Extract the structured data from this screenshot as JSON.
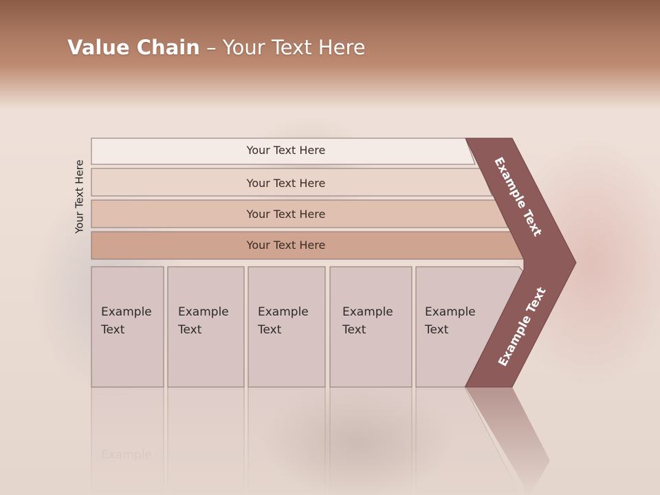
{
  "slide": {
    "title_bold": "Value Chain",
    "title_rest": " – Your Text Here",
    "vertical_label": "Your Text Here",
    "bars": [
      {
        "label": "Your Text Here",
        "fill": "#f4ebe7"
      },
      {
        "label": "Your Text Here",
        "fill": "#ead5cb"
      },
      {
        "label": "Your Text Here",
        "fill": "#dfc0b1"
      },
      {
        "label": "Your Text Here",
        "fill": "#cfa592"
      }
    ],
    "cells": [
      {
        "line1": "Example",
        "line2": "Text"
      },
      {
        "line1": "Example",
        "line2": "Text"
      },
      {
        "line1": "Example",
        "line2": "Text"
      },
      {
        "line1": "Example",
        "line2": "Text"
      },
      {
        "line1": "Example",
        "line2": "Text"
      }
    ],
    "arrow_top_label": "Example Text",
    "arrow_bottom_label": "Example Text",
    "colors": {
      "header": "#a97760",
      "arrow": "#8e5b5b",
      "cell_fill": "#d8c3c3",
      "border": "#8a7470"
    }
  }
}
